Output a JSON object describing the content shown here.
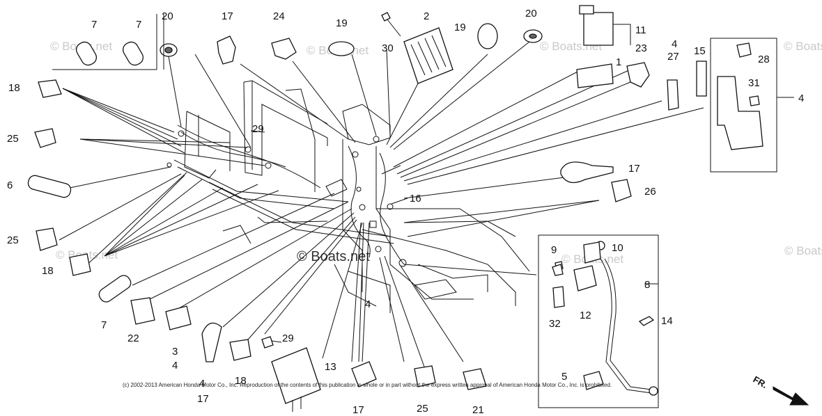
{
  "diagram": {
    "watermark": "© Boats.net",
    "center_watermark": "© Boats.net",
    "copyright": "(c) 2002-2013 American Honda Motor Co., Inc. Reproduction of the contents of this publication in whole or in part without the express written approval of American Honda Motor Co., Inc. is prohibited.",
    "direction_label": "FR."
  },
  "callouts": {
    "c1": "1",
    "c2": "2",
    "c3": "3",
    "c4a": "4",
    "c4b": "4",
    "c4c": "4",
    "c4d": "4",
    "c4e": "4",
    "c5": "5",
    "c6": "6",
    "c7a": "7",
    "c7b": "7",
    "c7c": "7",
    "c8": "8",
    "c9": "9",
    "c10": "10",
    "c11": "11",
    "c12": "12",
    "c13": "13",
    "c14": "14",
    "c15": "15",
    "c16": "16",
    "c17a": "17",
    "c17b": "17",
    "c17c": "17",
    "c17d": "17",
    "c18a": "18",
    "c18b": "18",
    "c18c": "18",
    "c19a": "19",
    "c19b": "19",
    "c20a": "20",
    "c20b": "20",
    "c21": "21",
    "c22": "22",
    "c23": "23",
    "c24": "24",
    "c25a": "25",
    "c25b": "25",
    "c25c": "25",
    "c26": "26",
    "c27": "27",
    "c28": "28",
    "c29a": "29",
    "c29b": "29",
    "c30": "30",
    "c31": "31",
    "c32": "32"
  }
}
